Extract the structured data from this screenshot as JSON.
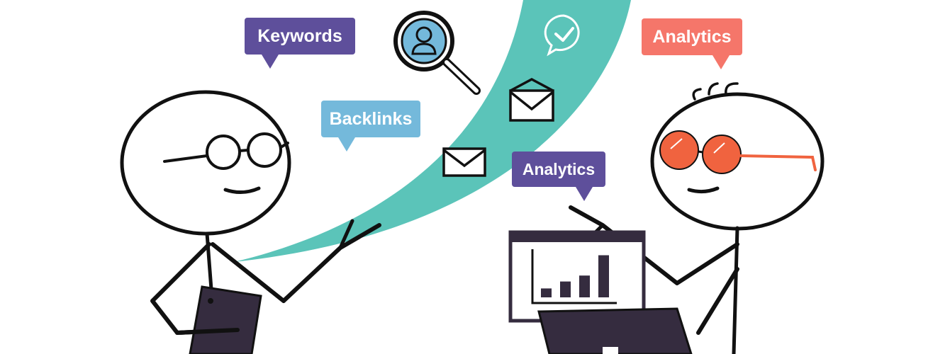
{
  "bubbles": {
    "keywords": "Keywords",
    "backlinks": "Backlinks",
    "analytics_top": "Analytics",
    "analytics_mid": "Analytics"
  },
  "colors": {
    "purple": "#5e4f9b",
    "blue": "#74b9db",
    "salmon": "#f5766a",
    "teal": "#5bc4b9",
    "ink": "#111111",
    "dark_device": "#352c3f",
    "sunglasses": "#f0633f"
  },
  "icons": {
    "search_user": "magnifier-user-icon",
    "check_bubble": "check-chat-icon",
    "mail_a": "envelope-icon",
    "mail_b": "envelope-icon"
  },
  "chart_bars": [
    0.18,
    0.32,
    0.44,
    0.85
  ]
}
